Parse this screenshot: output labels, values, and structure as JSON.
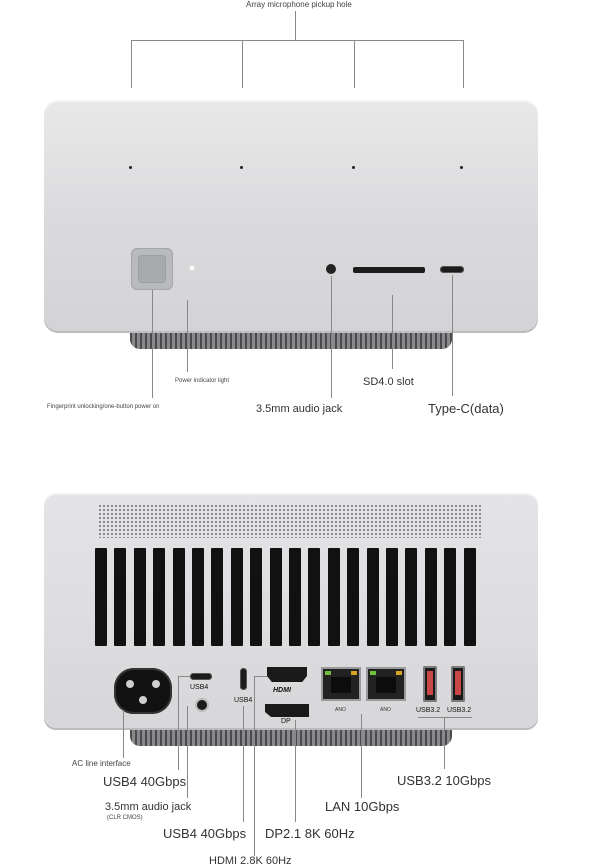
{
  "front": {
    "top_label": "Array microphone pickup hole",
    "labels": {
      "power_indicator": "Power indicator light",
      "sd_slot": "SD4.0 slot",
      "fingerprint": "Fingerprint unlocking/one-button power on",
      "audio_jack": "3.5mm audio jack",
      "type_c": "Type-C(data)"
    }
  },
  "back": {
    "port_markings": {
      "usb4_a": "USB4",
      "usb4_b": "USB4",
      "hdmi": "HDMI",
      "dp": "DP",
      "lan_a": "ANO",
      "lan_b": "ANO",
      "usb32_a": "USB3.2",
      "usb32_b": "USB3.2"
    },
    "labels": {
      "ac": "AC line interface",
      "usb4_40_top": "USB4 40Gbps",
      "audio_jack": "3.5mm audio jack",
      "clr_cmos": "(CLR CMOS)",
      "usb4_40_bottom": "USB4 40Gbps",
      "usb32": "USB3.2 10Gbps",
      "lan": "LAN 10Gbps",
      "dp": "DP2.1 8K 60Hz",
      "hdmi": "HDMI 2.8K 60Hz"
    }
  }
}
